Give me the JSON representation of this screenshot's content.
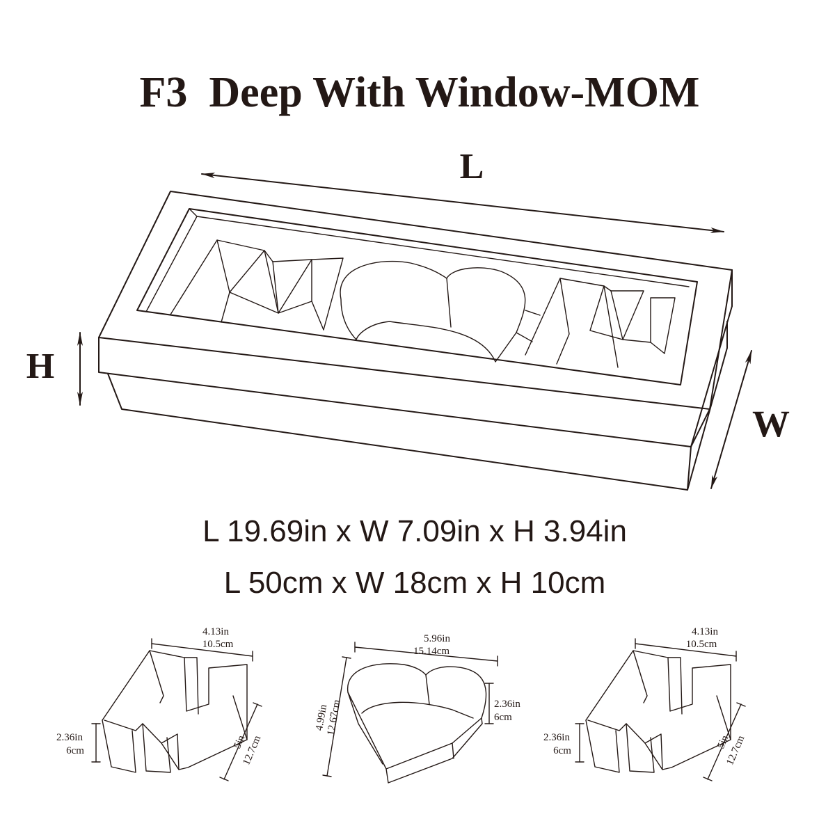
{
  "title": "F3  Deep With Window-MOM",
  "box": {
    "length_label": "L",
    "height_label": "H",
    "width_label": "W"
  },
  "dimensions": {
    "imperial": "L 19.69in x W 7.09in x H 3.94in",
    "metric": "L 50cm x W 18cm x H 10cm"
  },
  "parts": [
    {
      "name": "M",
      "top_in": "4.13in",
      "top_cm": "10.5cm",
      "height_in": "2.36in",
      "height_cm": "6cm",
      "depth_in": "5in",
      "depth_cm": "12.7cm"
    },
    {
      "name": "heart",
      "top_in": "5.96in",
      "top_cm": "15.14cm",
      "height_in": "2.36in",
      "height_cm": "6cm",
      "depth_in": "4.99in",
      "depth_cm": "12.67cm"
    },
    {
      "name": "M",
      "top_in": "4.13in",
      "top_cm": "10.5cm",
      "height_in": "2.36in",
      "height_cm": "6cm",
      "depth_in": "5in",
      "depth_cm": "12.7cm"
    }
  ],
  "colors": {
    "ink": "#231815",
    "background": "#ffffff"
  }
}
